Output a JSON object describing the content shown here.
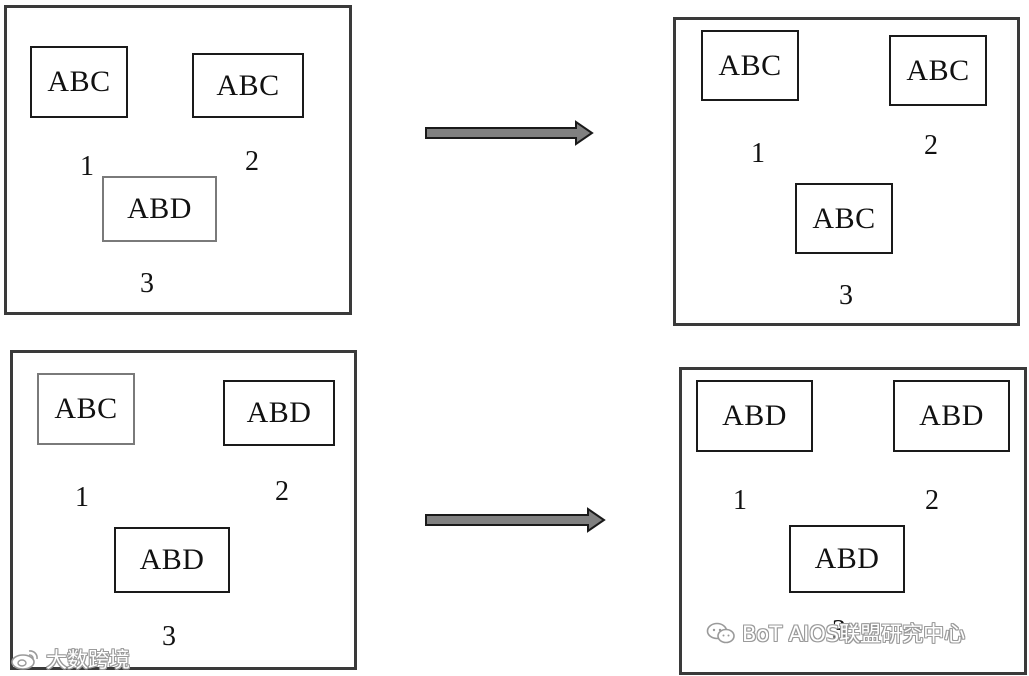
{
  "diagram": {
    "rows": [
      {
        "before": {
          "boxes": [
            {
              "label": "ABC",
              "number": "1"
            },
            {
              "label": "ABC",
              "number": "2"
            },
            {
              "label": "ABD",
              "number": "3"
            }
          ]
        },
        "after": {
          "boxes": [
            {
              "label": "ABC",
              "number": "1"
            },
            {
              "label": "ABC",
              "number": "2"
            },
            {
              "label": "ABC",
              "number": "3"
            }
          ]
        }
      },
      {
        "before": {
          "boxes": [
            {
              "label": "ABC",
              "number": "1"
            },
            {
              "label": "ABD",
              "number": "2"
            },
            {
              "label": "ABD",
              "number": "3"
            }
          ]
        },
        "after": {
          "boxes": [
            {
              "label": "ABD",
              "number": "1"
            },
            {
              "label": "ABD",
              "number": "2"
            },
            {
              "label": "ABD",
              "number": "3"
            }
          ]
        }
      }
    ],
    "arrow_color": "#808080"
  },
  "watermarks": {
    "left": {
      "text": "大数跨境",
      "icon": "weibo-icon"
    },
    "right": {
      "text": "BoT AIOS联盟研究中心",
      "icon": "wechat-icon"
    }
  }
}
